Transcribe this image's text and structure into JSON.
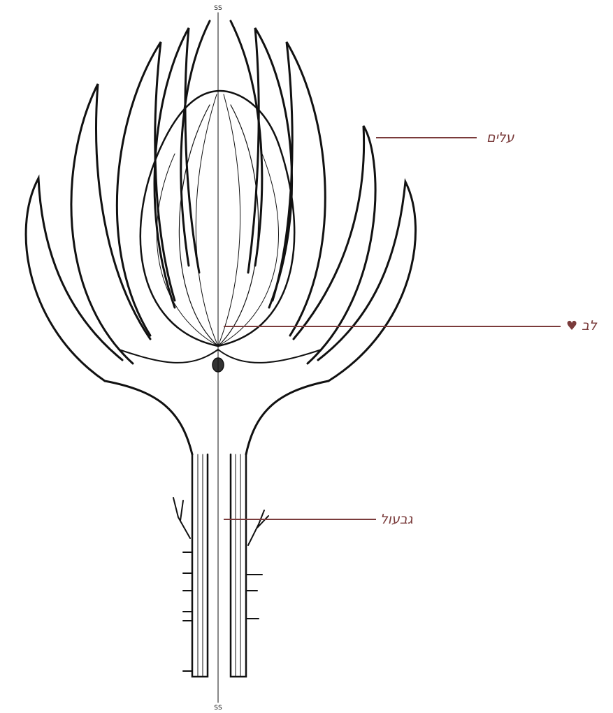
{
  "accent_color": "#7a3b3b",
  "illustration": "artichoke-cross-section",
  "center_mark": "SS",
  "labels": {
    "leaves": "עלים",
    "heart": "לב",
    "heart_icon": "heart-icon",
    "stem": "גבעול"
  }
}
